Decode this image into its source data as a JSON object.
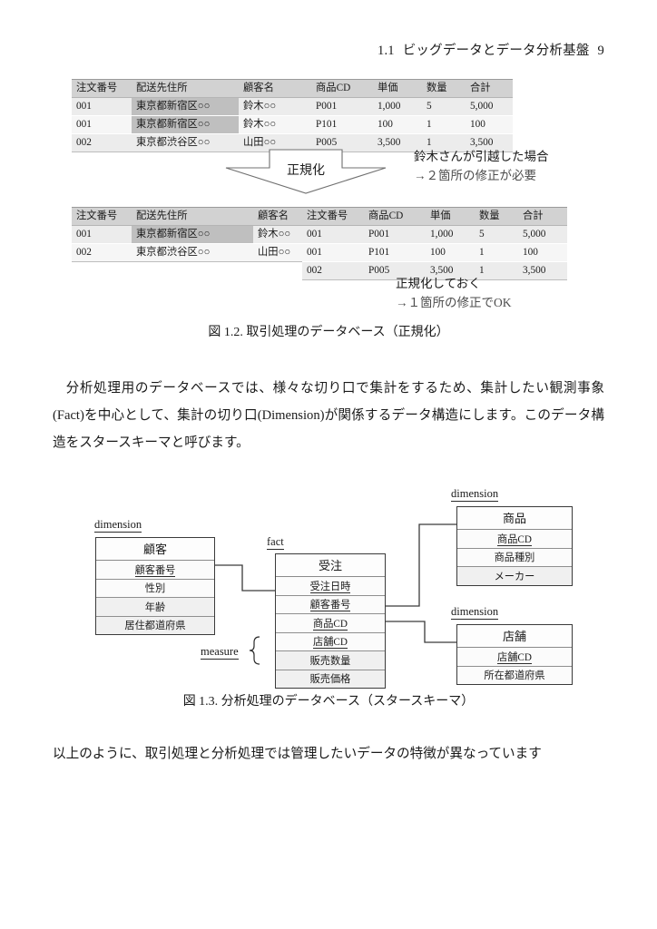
{
  "header": {
    "section": "1.1",
    "title": "ビッグデータとデータ分析基盤",
    "page_number": "9"
  },
  "figure_1_2": {
    "caption": "図 1.2. 取引処理のデータベース（正規化）",
    "denormalized_table": {
      "columns": [
        "注文番号",
        "配送先住所",
        "顧客名",
        "商品CD",
        "単価",
        "数量",
        "合計"
      ],
      "rows": [
        [
          "001",
          "東京都新宿区○○",
          "鈴木○○",
          "P001",
          "1,000",
          "5",
          "5,000"
        ],
        [
          "001",
          "東京都新宿区○○",
          "鈴木○○",
          "P101",
          "100",
          "1",
          "100"
        ],
        [
          "002",
          "東京都渋谷区○○",
          "山田○○",
          "P005",
          "3,500",
          "1",
          "3,500"
        ]
      ]
    },
    "arrow_label": "正規化",
    "note_top": {
      "line1": "鈴木さんが引越した場合",
      "line2": "→２箇所の修正が必要"
    },
    "note_bottom": {
      "line1": "正規化しておく",
      "line2": "→１箇所の修正でOK"
    },
    "customer_table": {
      "columns": [
        "注文番号",
        "配送先住所",
        "顧客名"
      ],
      "rows": [
        [
          "001",
          "東京都新宿区○○",
          "鈴木○○"
        ],
        [
          "002",
          "東京都渋谷区○○",
          "山田○○"
        ]
      ]
    },
    "order_table": {
      "columns": [
        "注文番号",
        "商品CD",
        "単価",
        "数量",
        "合計"
      ],
      "rows": [
        [
          "001",
          "P001",
          "1,000",
          "5",
          "5,000"
        ],
        [
          "001",
          "P101",
          "100",
          "1",
          "100"
        ],
        [
          "002",
          "P005",
          "3,500",
          "1",
          "3,500"
        ]
      ]
    }
  },
  "body": {
    "paragraph_1": "分析処理用のデータベースでは、様々な切り口で集計をするため、集計したい観測事象(Fact)を中心として、集計の切り口(Dimension)が関係するデータ構造にします。このデータ構造をスタースキーマと呼びます。",
    "paragraph_2": "以上のように、取引処理と分析処理では管理したいデータの特徴が異なっています"
  },
  "figure_1_3": {
    "caption": "図 1.3. 分析処理のデータベース（スタースキーマ）",
    "measure_label": "measure",
    "entities": {
      "customer": {
        "tag": "dimension",
        "title": "顧客",
        "fields": [
          "顧客番号",
          "性別",
          "年齢",
          "居住都道府県"
        ]
      },
      "fact": {
        "tag": "fact",
        "title": "受注",
        "fields": [
          "受注日時",
          "顧客番号",
          "商品CD",
          "店舗CD",
          "販売数量",
          "販売価格"
        ]
      },
      "product": {
        "tag": "dimension",
        "title": "商品",
        "fields": [
          "商品CD",
          "商品種別",
          "メーカー"
        ]
      },
      "store": {
        "tag": "dimension",
        "title": "店舗",
        "fields": [
          "店舗CD",
          "所在都道府県"
        ]
      }
    }
  },
  "colors": {
    "header_row": "#d2d2d2",
    "row_alt": "#ececec",
    "highlight_cell": "#bfbfbf",
    "text": "#1a1a1a"
  }
}
